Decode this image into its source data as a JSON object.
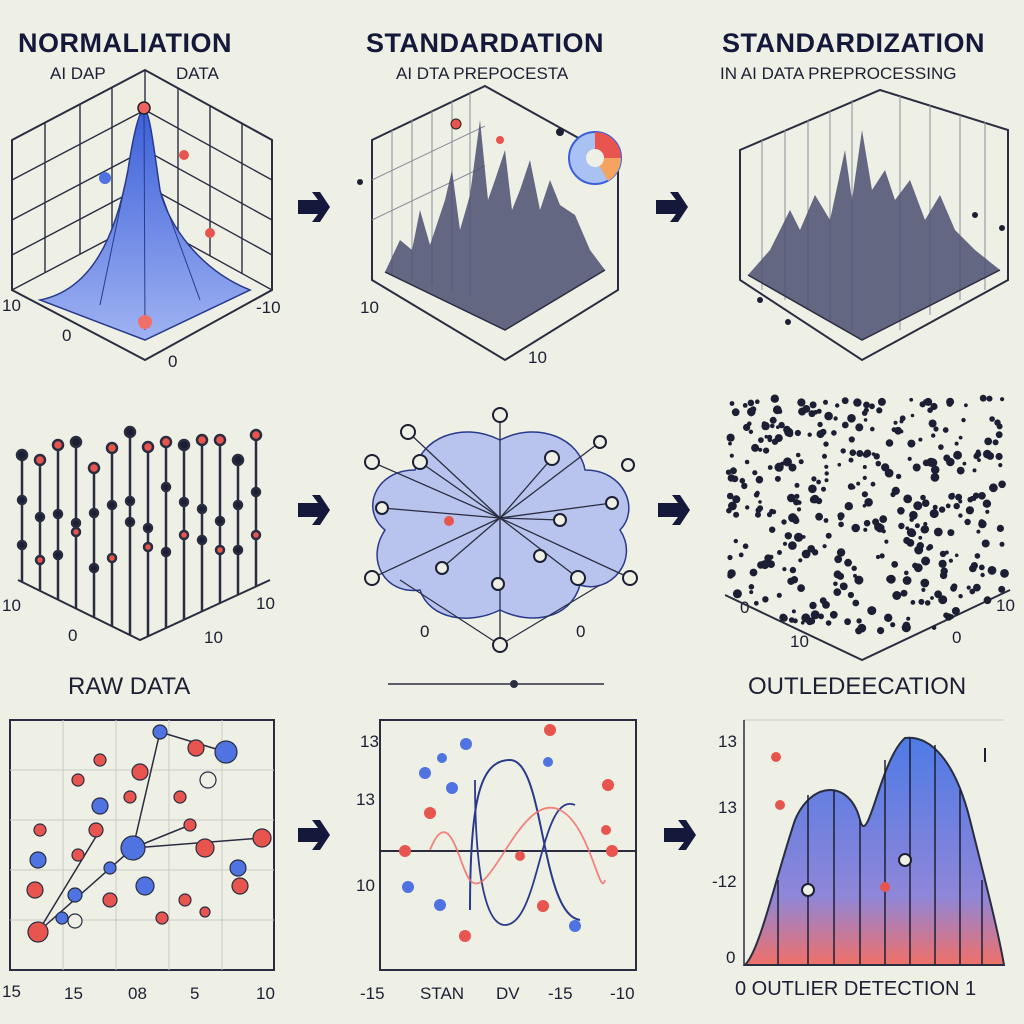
{
  "titles": {
    "left": "NORMALIATION",
    "middle": "STANDARDATION",
    "right": "STANDARDIZATION"
  },
  "subtitles": {
    "left_a": "AI DAP",
    "left_b": "DATA",
    "middle": "AI DTA PREPOCESTA",
    "right": "IN AI DATA PREPROCESSING"
  },
  "labels": {
    "raw_data": "RAW DATA",
    "outlier_top": "OUTLEDEECATION",
    "outlier_bottom": "0 OUTLIER DETECTION 1",
    "stan": "STAN",
    "dv": "DV"
  },
  "ticks": {
    "r1_left": [
      "10",
      "-10",
      "0",
      "0"
    ],
    "r1_mid": [
      "10",
      "10"
    ],
    "r2_left": [
      "10",
      "0",
      "10",
      "10"
    ],
    "r2_mid": [
      "0",
      "0"
    ],
    "r2_right": [
      "0",
      "0",
      "10",
      "10"
    ],
    "r3_left": [
      "15",
      "15",
      "08",
      "5",
      "10"
    ],
    "r3_mid_y": [
      "13",
      "13",
      "10"
    ],
    "r3_mid_x": [
      "-15",
      "-15",
      "-10"
    ],
    "r3_right_y": [
      "13",
      "13",
      "-12",
      "0"
    ]
  },
  "colors": {
    "background": "#eef0e6",
    "ink": "#1c1f33",
    "blue": "#4f73e0",
    "blue_light": "#a9b8ee",
    "red": "#e8544e",
    "grid": "#c9cbc4"
  },
  "icons": [
    "arrow-right-icon",
    "pie-chart-icon"
  ]
}
